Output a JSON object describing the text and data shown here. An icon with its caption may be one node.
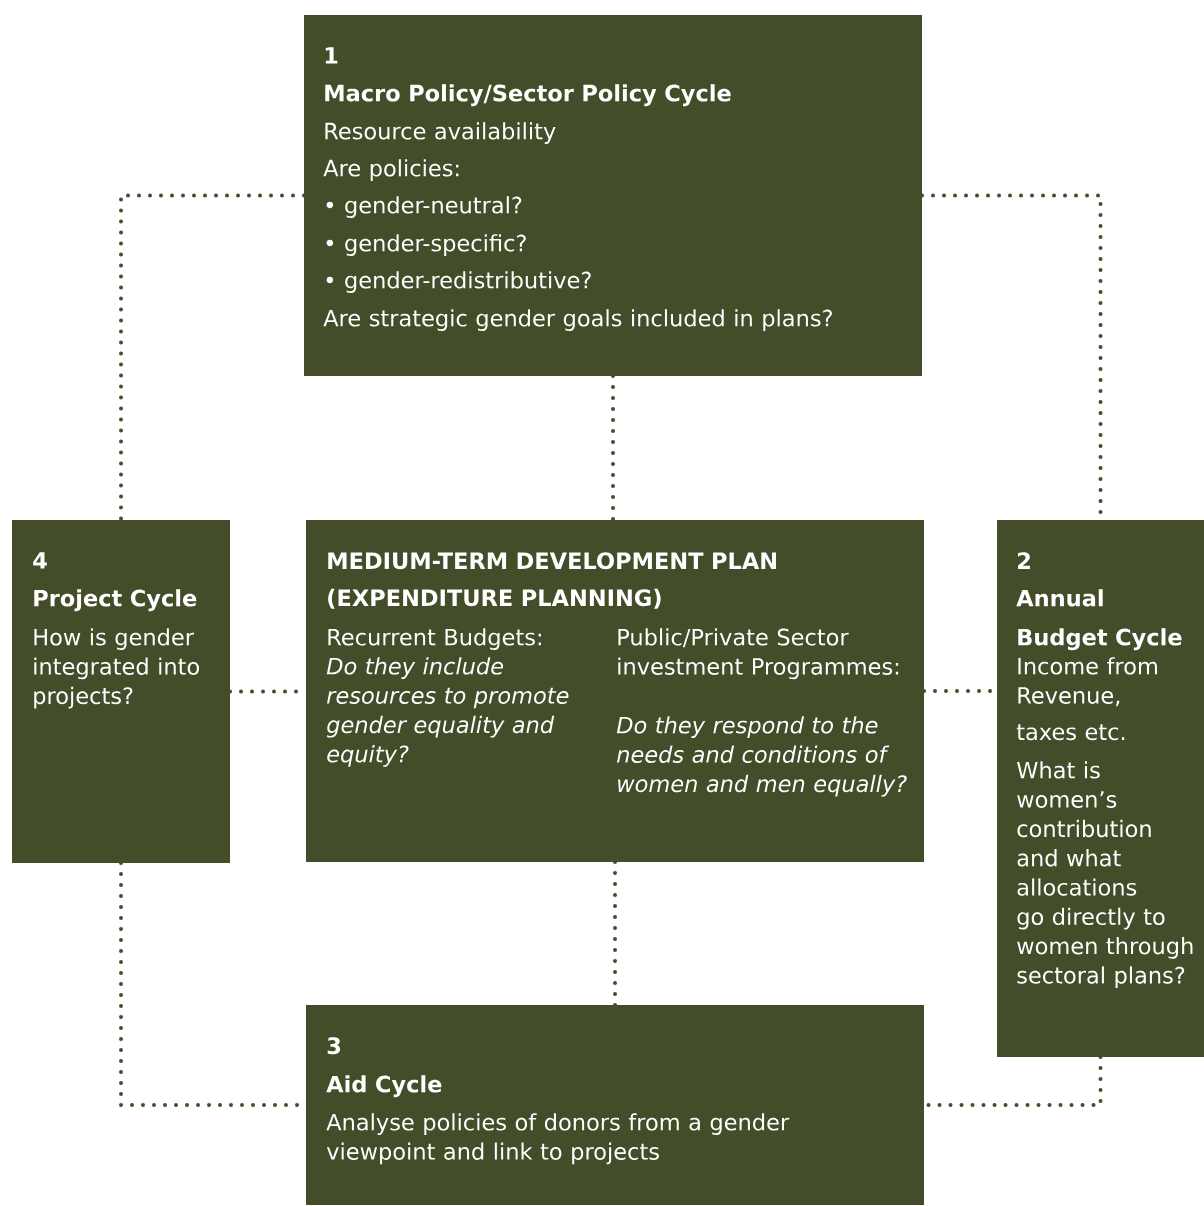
{
  "diagram": {
    "nodes": [
      {
        "text": [
          "1",
          "Macro Policy/Sector Policy Cycle",
          "Resource availability",
          "Are policies:",
          "• gender-neutral?",
          "• gender-specific?",
          "• gender-redistributive?",
          "Are strategic gender goals included in plans?"
        ]
      },
      {
        "text": [
          "4",
          "Project Cycle",
          "How is gender integrated into projects?"
        ]
      },
      {
        "text": [
          "MEDIUM-TERM DEVELOPMENT PLAN (EXPENDITURE PLANNING)",
          "Recurrent Budgets:",
          "Do they include resources to promote gender equality and equity?",
          "Public/Private Sector investment Programmes:",
          "Do they respond to the needs and conditions of women and men equally?"
        ]
      },
      {
        "text": [
          "2",
          "Annual Budget Cycle",
          "Income from Revenue,",
          "taxes etc.",
          "What is women’s contribution and what allocations go directly to women through sectoral plans?"
        ]
      },
      {
        "text": [
          "3",
          "Aid Cycle",
          "Analyse policies of donors from a gender viewpoint and link to projects"
        ]
      }
    ],
    "edges": [
      {
        "from": 0,
        "to": 2,
        "arrow": "none"
      },
      {
        "from": 1,
        "to": 2,
        "arrow": "none"
      },
      {
        "from": 2,
        "to": 3,
        "arrow": "none"
      },
      {
        "from": 2,
        "to": 4,
        "arrow": "none"
      },
      {
        "from": 0,
        "to": 1,
        "arrow": "none"
      },
      {
        "from": 0,
        "to": 3,
        "arrow": "none"
      },
      {
        "from": 1,
        "to": 4,
        "arrow": "none"
      },
      {
        "from": 3,
        "to": 4,
        "arrow": "none"
      }
    ]
  }
}
